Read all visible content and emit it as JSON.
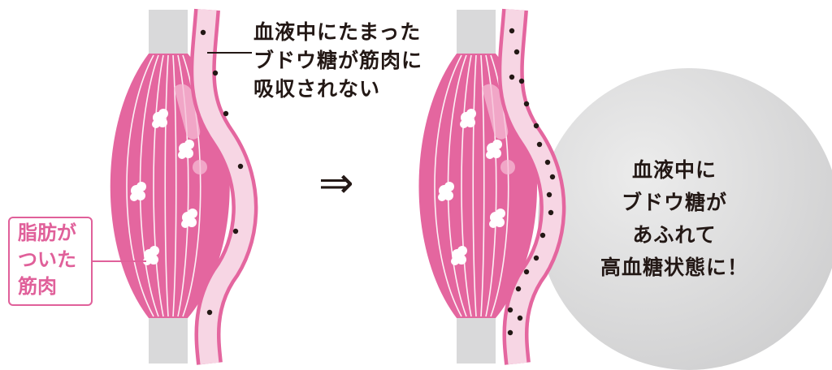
{
  "top_callout": {
    "lines": [
      "血液中にたまった",
      "ブドウ糖が筋肉に",
      "吸収されない"
    ]
  },
  "fat_label": {
    "lines": [
      "脂肪が",
      "ついた",
      "筋肉"
    ]
  },
  "arrow": "⇒",
  "circle_text": {
    "lines": [
      "血液中に",
      "ブドウ糖が",
      "あふれて",
      "高血糖状態に！"
    ]
  },
  "colors": {
    "muscle": "#e4669f",
    "muscle_stripe": "#ffffff",
    "tendon": "#d9d9da",
    "vessel_wall": "#e4669f",
    "vessel_fill": "#f7d6e4",
    "glucose_dot": "#231815",
    "fat": "#ffffff",
    "label_pink": "#e0609a",
    "circle_gray": "#d7d7d8"
  }
}
